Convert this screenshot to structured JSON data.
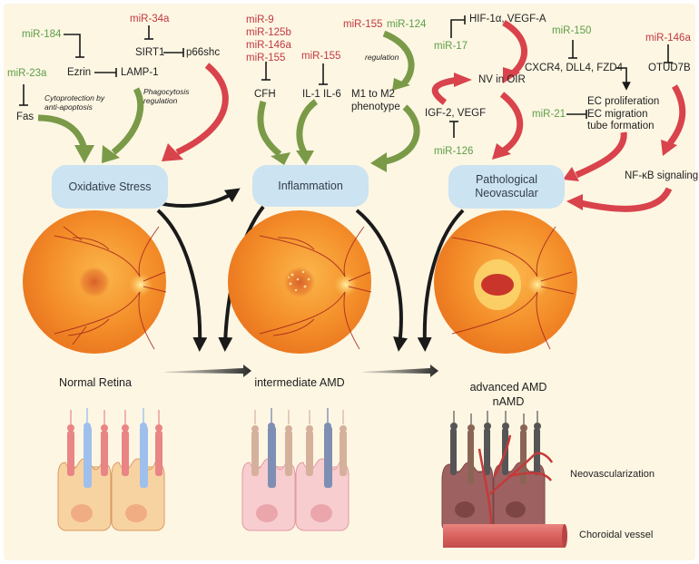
{
  "figure": {
    "colors": {
      "background": "#fdf6e3",
      "promoting_mirna": "#c0393f",
      "protective_mirna": "#5d9e47",
      "process_box": "#cce3f1",
      "red_arrow": "#d9434c",
      "green_arrow": "#7a9a48",
      "black_arrow": "#1a1a1a"
    },
    "processes": [
      {
        "id": "oxidative-stress",
        "label": "Oxidative Stress"
      },
      {
        "id": "inflammation",
        "label": "Inflammation"
      },
      {
        "id": "pathological-neovascular",
        "label": "Pathological\nNeovascular"
      }
    ],
    "stages": [
      {
        "id": "normal",
        "label": "Normal Retina"
      },
      {
        "id": "intermediate",
        "label": "intermediate AMD"
      },
      {
        "id": "advanced",
        "label": "advanced AMD\nnAMD"
      }
    ],
    "oxidative_stress_pathway": {
      "mirnas": [
        {
          "label": "miR-184",
          "effect": "protective"
        },
        {
          "label": "miR-23a",
          "effect": "protective"
        },
        {
          "label": "miR-34a",
          "effect": "promoting"
        }
      ],
      "targets": [
        "Ezrin",
        "LAMP-1",
        "Fas",
        "SIRT1",
        "p66shc"
      ],
      "annotations": [
        "Cytoprotection by\nanti-apoptosis",
        "Phagocytosis\nregulation"
      ]
    },
    "inflammation_pathway": {
      "mirna_group_cfh": [
        "miR-9",
        "miR-125b",
        "miR-146a",
        "miR-155"
      ],
      "mirna_il": "miR-155",
      "mirna_m1_red": "miR-155",
      "mirna_m1_green": "miR-124",
      "targets": [
        "CFH",
        "IL-1 IL-6",
        "M1 to M2\nphenotype"
      ],
      "annotation": "regulation"
    },
    "neovascular_pathway": {
      "mirnas": [
        {
          "label": "miR-17",
          "effect": "protective"
        },
        {
          "label": "miR-126",
          "effect": "protective"
        },
        {
          "label": "miR-150",
          "effect": "protective"
        },
        {
          "label": "miR-21",
          "effect": "protective"
        },
        {
          "label": "miR-146a",
          "effect": "promoting"
        }
      ],
      "targets": [
        "HIF-1α, VEGF-A",
        "NV in OIR",
        "IGF-2, VEGF",
        "CXCR4, DLL4, FZD4",
        "EC proliferation\nEC migration\ntube formation",
        "OTUD7B",
        "NF-κB signaling"
      ]
    },
    "cell_labels": {
      "neovascularization": "Neovascularization",
      "choroidal_vessel": "Choroidal vessel"
    }
  }
}
